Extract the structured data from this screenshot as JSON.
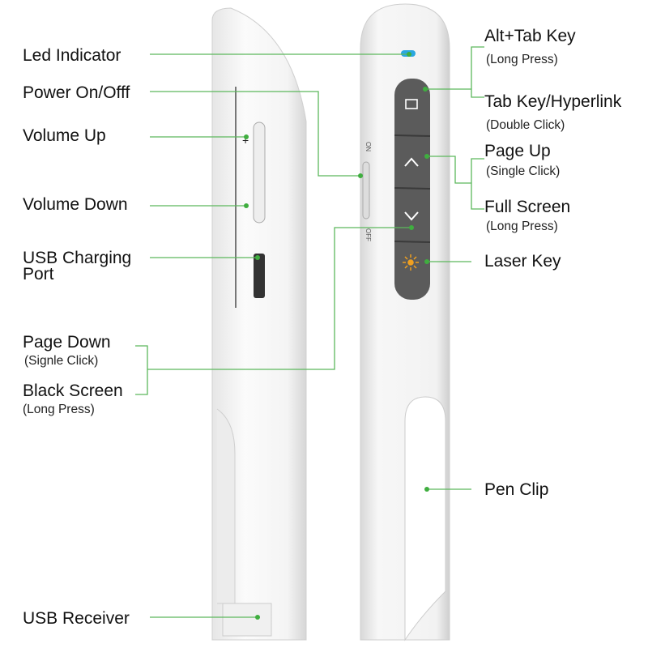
{
  "colors": {
    "leader": "#5cb85c",
    "dot": "#3fae3f",
    "button": "#5b5b5b",
    "led": "#2aa7e0",
    "laser": "#f0a020"
  },
  "left_labels": {
    "led": "Led Indicator",
    "power": "Power On/Offf",
    "vol_up": "Volume Up",
    "vol_down": "Volume Down",
    "usb_port_1": "USB Charging",
    "usb_port_2": "Port",
    "page_down": "Page Down",
    "page_down_sub": "(Signle Click)",
    "black_screen": "Black Screen",
    "black_screen_sub": "(Long Press)",
    "usb_receiver": "USB Receiver"
  },
  "right_labels": {
    "alt_tab": "Alt+Tab Key",
    "alt_tab_sub": "(Long Press)",
    "tab_key": "Tab Key/Hyperlink",
    "tab_key_sub": "(Double Click)",
    "page_up": "Page Up",
    "page_up_sub": "(Single Click)",
    "full_screen": "Full Screen",
    "full_screen_sub": "(Long Press)",
    "laser": "Laser Key",
    "pen_clip": "Pen Clip"
  },
  "device_marks": {
    "switch_on": "ON",
    "switch_off": "OFF",
    "vol_plus": "+"
  },
  "icons": [
    "window-icon",
    "chevron-up-icon",
    "chevron-down-icon",
    "laser-sun-icon"
  ]
}
